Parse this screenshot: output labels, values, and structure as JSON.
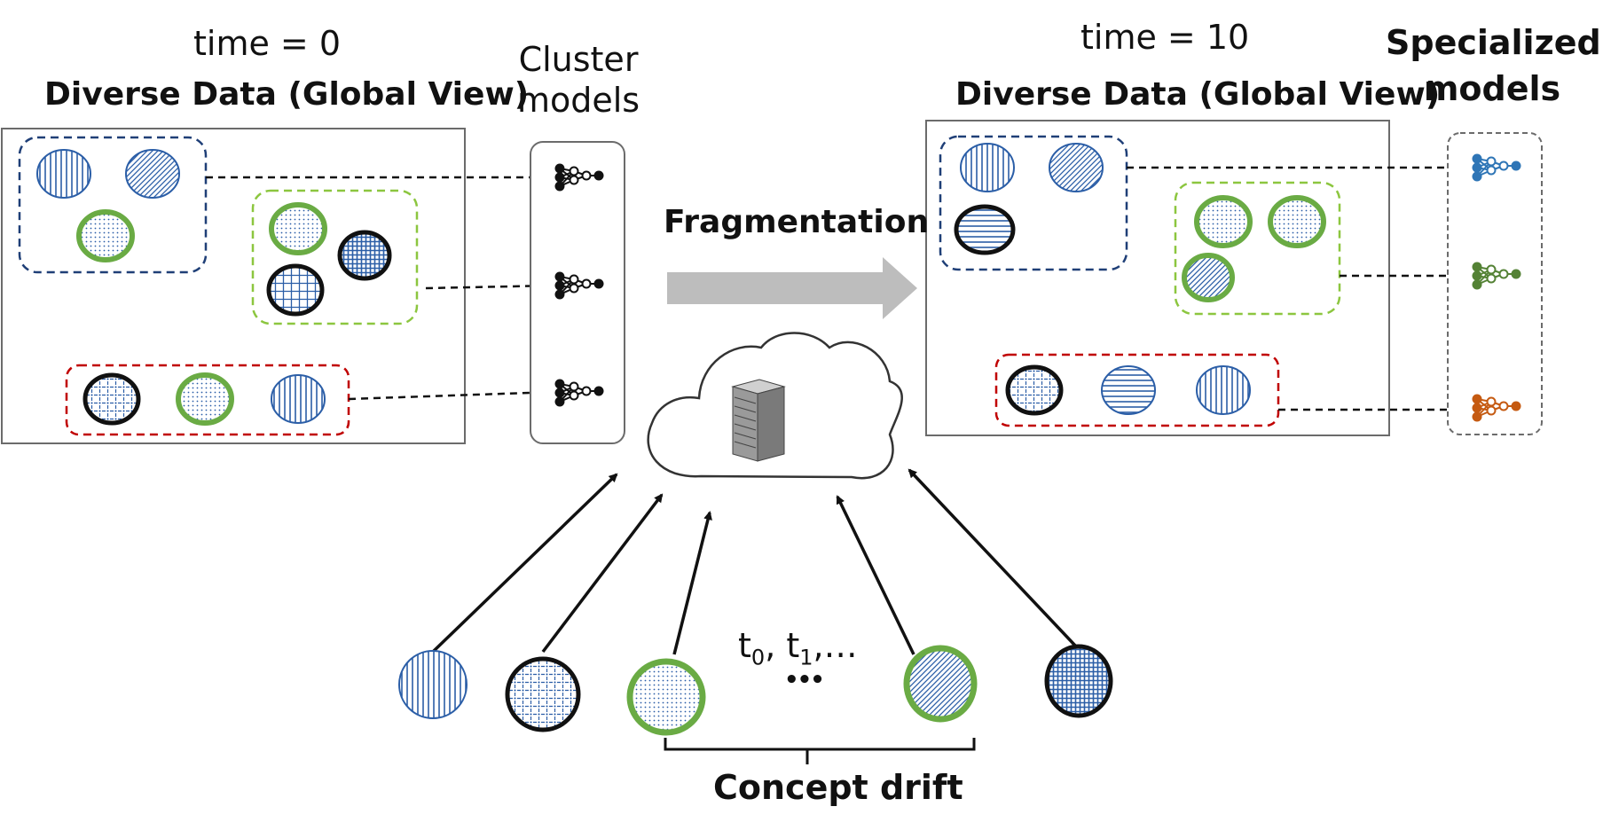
{
  "left_panel": {
    "time_label": "time = 0",
    "title": "Diverse Data (Global View)"
  },
  "cluster_models": {
    "label_line1": "Cluster",
    "label_line2": "models"
  },
  "arrow_label": "Fragmentation",
  "right_panel": {
    "time_label": "time = 10",
    "title": "Diverse Data (Global View)"
  },
  "specialized_models": {
    "label_line1": "Specialized",
    "label_line2": "models"
  },
  "timeline": {
    "t_base": "t",
    "t0_sub": "0",
    "sep": ", ",
    "t1_sub": "1",
    "tail": ",…",
    "dots": "•••"
  },
  "concept_drift_label": "Concept drift",
  "colors": {
    "blue": "#2b5ea7",
    "green": "#6aab44",
    "black": "#111111",
    "gray_arrow": "#bdbdbd",
    "cluster_blue_border": "#1f3f77",
    "cluster_green_border": "#8cc63f",
    "cluster_red_border": "#c00000",
    "model_blue": "#2e75b6",
    "model_green": "#548235",
    "model_orange": "#c55a11"
  },
  "icons": {
    "server": "server-icon",
    "cloud": "cloud-icon",
    "neural_net": "neural-network-icon"
  }
}
